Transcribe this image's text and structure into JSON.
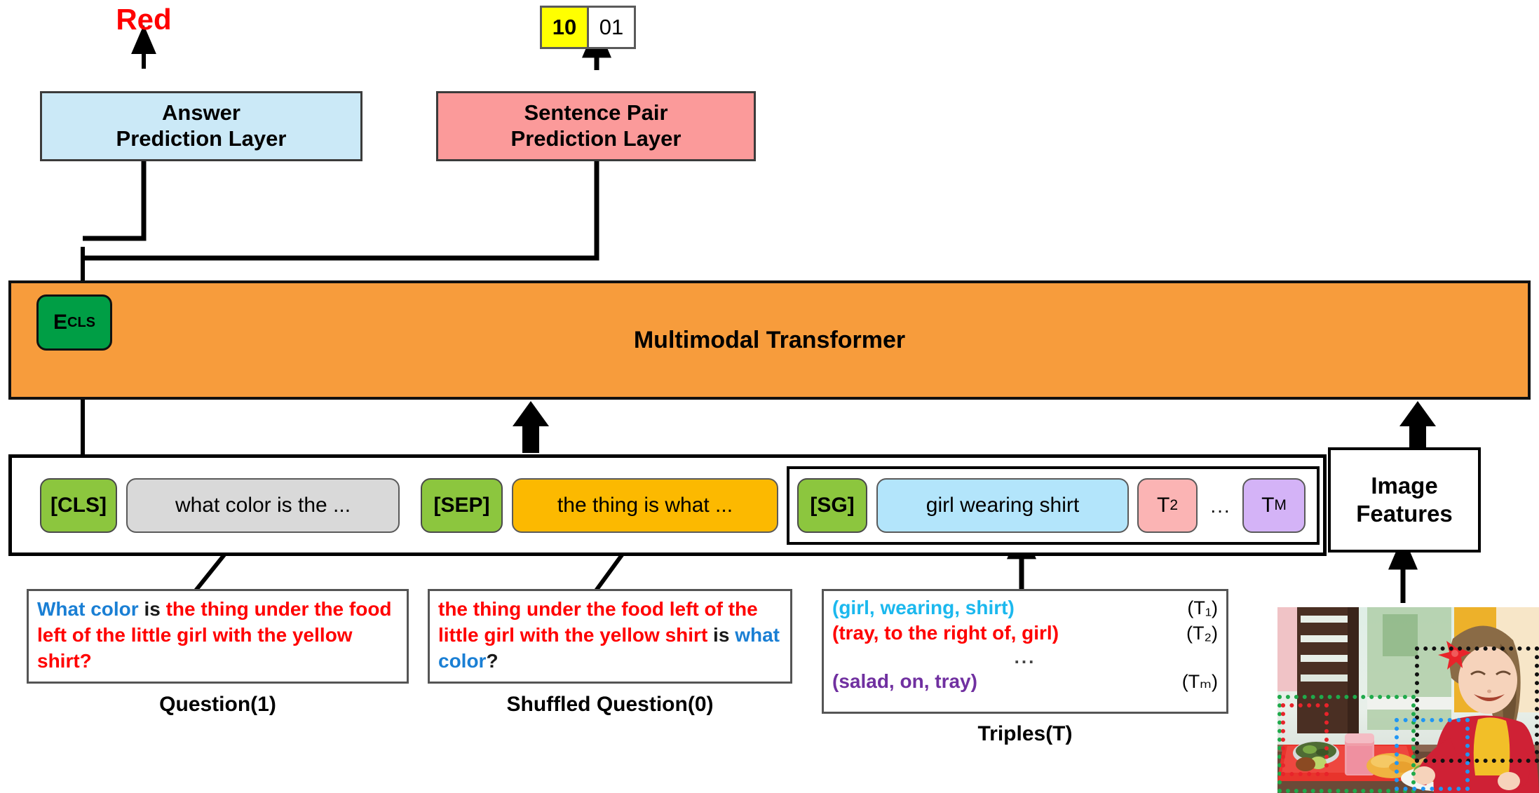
{
  "output": {
    "answer_word": "Red",
    "sentence_pair_cells": [
      {
        "value": "10",
        "selected": true
      },
      {
        "value": "01",
        "selected": false
      }
    ]
  },
  "heads": {
    "answer_prediction_layer": "Answer\nPrediction Layer",
    "answer_prediction_line1": "Answer",
    "answer_prediction_line2": "Prediction Layer",
    "sentence_pair_line1": "Sentence Pair",
    "sentence_pair_line2": "Prediction Layer"
  },
  "transformer": {
    "label": "Multimodal Transformer",
    "cls_embedding": "E",
    "cls_embedding_sub": "CLS"
  },
  "tokens": [
    {
      "id": "cls",
      "label": "[CLS]",
      "kind": "special"
    },
    {
      "id": "question",
      "label": "what color is the ...",
      "kind": "question"
    },
    {
      "id": "sep",
      "label": "[SEP]",
      "kind": "special"
    },
    {
      "id": "shuffled",
      "label": "the thing is what ...",
      "kind": "shuffled"
    },
    {
      "id": "sg",
      "label": "[SG]",
      "kind": "special"
    },
    {
      "id": "triple1",
      "label": "girl wearing shirt",
      "kind": "triple1"
    },
    {
      "id": "triple2",
      "label": "T",
      "sub": "2",
      "kind": "triple2"
    },
    {
      "id": "ellipsis",
      "label": "...",
      "kind": "ellipsis"
    },
    {
      "id": "tripleM",
      "label": "T",
      "sub": "M",
      "kind": "tripleM"
    }
  ],
  "image_features": {
    "line1": "Image",
    "line2": "Features"
  },
  "question_box": {
    "caption": "Question(1)",
    "segments": [
      {
        "text": "What color ",
        "color": "blue"
      },
      {
        "text": "is ",
        "color": "black"
      },
      {
        "text": "the thing under the food left of the little girl with the yellow shirt?",
        "color": "red"
      }
    ],
    "full_text": "What color is the thing under the food left of the little girl with the yellow shirt?"
  },
  "shuffled_question_box": {
    "caption": "Shuffled Question(0)",
    "segments": [
      {
        "text": "the thing under the food left of the little girl with the yellow shirt ",
        "color": "red"
      },
      {
        "text": "is ",
        "color": "black"
      },
      {
        "text": "what color",
        "color": "blue"
      },
      {
        "text": "?",
        "color": "black"
      }
    ],
    "full_text": "the thing under the food left of the little girl with the yellow shirt is what color?"
  },
  "triples_box": {
    "caption": "Triples(T)",
    "rows": [
      {
        "text": "(girl, wearing, shirt)",
        "id": "(T₁)",
        "color": "cyan"
      },
      {
        "text": "(tray, to the right of, girl)",
        "id": "(T₂)",
        "color": "red"
      },
      {
        "text": "...",
        "id": "",
        "color": "dots"
      },
      {
        "text": "(salad, on, tray)",
        "id": "(Tₘ)",
        "color": "purple"
      }
    ]
  },
  "photo": {
    "description": "girl at restaurant table with red food tray",
    "bounding_boxes": [
      {
        "name": "girl",
        "color": "#111111"
      },
      {
        "name": "tray",
        "color": "#1faa4b"
      },
      {
        "name": "salad",
        "color": "#e8232a"
      },
      {
        "name": "shirt",
        "color": "#2196f3"
      }
    ]
  },
  "colors": {
    "transformer_orange": "#f79c3c",
    "answer_layer_blue": "#cbe9f7",
    "sentence_layer_pink": "#fb9a9a",
    "cls_green": "#009e45",
    "special_token_green": "#8cc63e",
    "question_gray": "#d9d9d9",
    "shuffled_yellow": "#fcb900",
    "triple_blue": "#b3e5fb",
    "triple_pink": "#fbb4b4",
    "triple_purple": "#d4b3f7",
    "highlight_yellow": "#ffff00",
    "answer_red": "#ff0000"
  }
}
